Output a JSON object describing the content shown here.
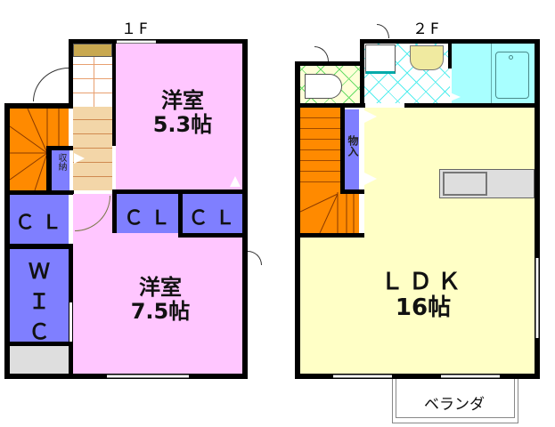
{
  "floors": [
    {
      "label": "１F",
      "rooms": [
        {
          "id": "western-room-1",
          "name": "洋室",
          "size": "5.3帖",
          "color": "#ffc6ff"
        },
        {
          "id": "western-room-2",
          "name": "洋室",
          "size": "7.5帖",
          "color": "#ffc6ff"
        }
      ],
      "closets": [
        {
          "id": "cl-left",
          "label": "ＣＬ"
        },
        {
          "id": "cl-middle",
          "label": "ＣＬ"
        },
        {
          "id": "cl-right",
          "label": "ＣＬ"
        }
      ],
      "wic": {
        "letters": [
          "Ｗ",
          "Ｉ",
          "Ｃ"
        ]
      },
      "storage_small": {
        "label": "収納"
      }
    },
    {
      "label": "２F",
      "rooms": [
        {
          "id": "ldk",
          "name": "ＬＤＫ",
          "size": "16帖",
          "color": "#ffffc6"
        }
      ],
      "storage": {
        "label": "物入"
      },
      "balcony": {
        "label": "ベランダ"
      }
    }
  ],
  "colors": {
    "western_room": "#ffc6ff",
    "closet": "#7f7fff",
    "stairs": "#ff8a00",
    "ldk": "#ffffc6",
    "bath": "#a8ffff",
    "wall": "#000000"
  }
}
